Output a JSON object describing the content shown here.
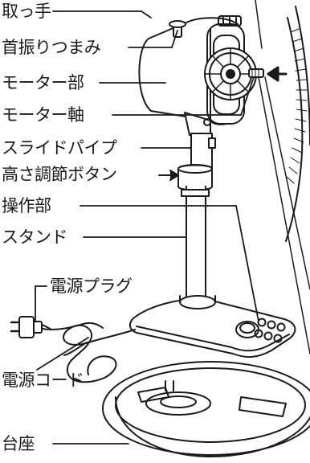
{
  "labels": {
    "handle": "取っ手",
    "oscillation_knob": "首振りつまみ",
    "motor_unit": "モーター部",
    "motor_shaft": "モーター軸",
    "slide_pipe": "スライドパイプ",
    "height_button": "高さ調節ボタン",
    "control_panel": "操作部",
    "stand": "スタンド",
    "power_plug": "電源プラグ",
    "power_cord": "電源コード",
    "base": "台座"
  },
  "colors": {
    "line": "#1a1a1a",
    "text": "#1a1a1a",
    "background": "#ffffff"
  }
}
